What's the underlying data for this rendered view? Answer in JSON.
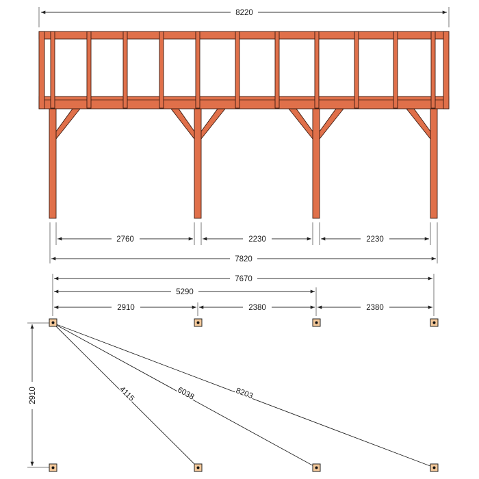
{
  "colors": {
    "timber": "#e0704a",
    "timber_outline": "#3a1a10",
    "post_base": "#f3c89a",
    "dimension_line": "#333333"
  },
  "elevation": {
    "overall_top": "8220",
    "post_spacings": [
      "2760",
      "2230",
      "2230"
    ],
    "overall_posts": "7820"
  },
  "plan": {
    "overall": "7670",
    "partial": "5290",
    "spacings": [
      "2910",
      "2380",
      "2380"
    ],
    "depth": "2910",
    "diagonals": [
      "4115",
      "6038",
      "8203"
    ]
  }
}
